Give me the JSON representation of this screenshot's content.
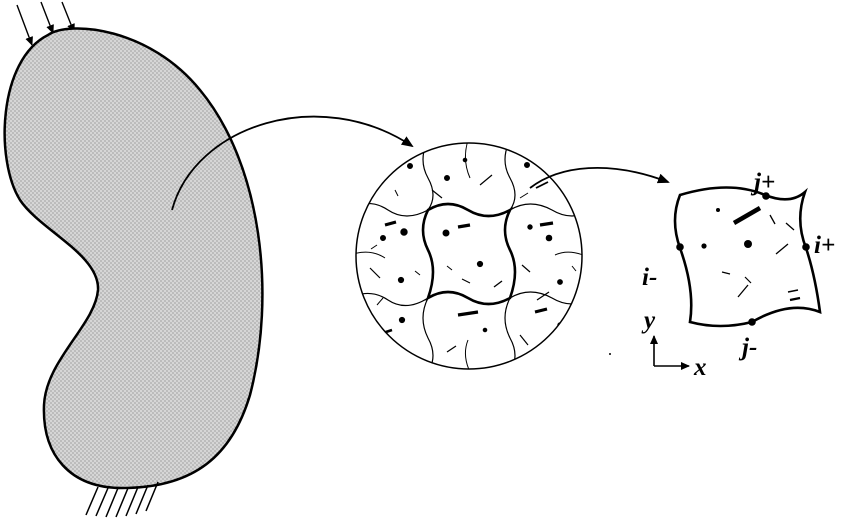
{
  "labels": {
    "j_plus": "j+",
    "i_plus": "i+",
    "i_minus": "i-",
    "j_minus": "j-",
    "axis_x": "x",
    "axis_y": "y"
  },
  "colors": {
    "body_fill": "#d9d9d9",
    "stroke": "#000000",
    "background": "#ffffff"
  }
}
